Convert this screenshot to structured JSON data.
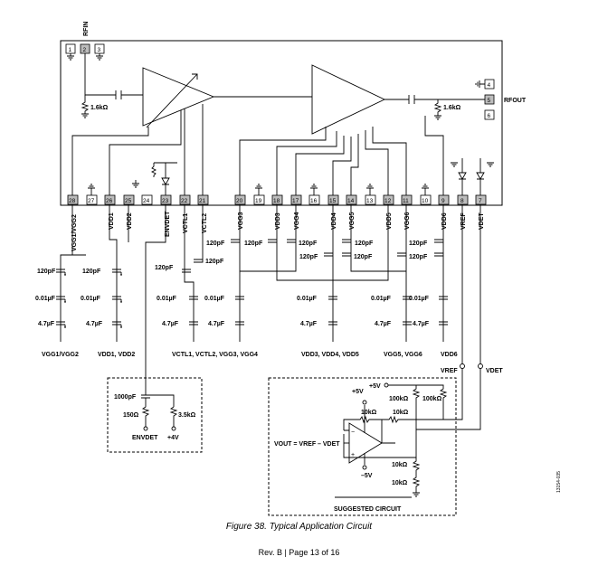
{
  "labels": {
    "rfin": "RFIN",
    "rfout": "RFOUT",
    "r_in": "1.6kΩ",
    "r_out": "1.6kΩ",
    "suggested": "SUGGESTED CIRCUIT",
    "vout_eq": "VOUT = VREF – VDET",
    "vref": "VREF",
    "vdet": "VDET",
    "envdet": "ENVDET",
    "plus4v": "+4V",
    "c1000": "1000pF",
    "r150": "150Ω",
    "r3k5": "3.5kΩ",
    "plus5v_a": "+5V",
    "plus5v_b": "+5V",
    "minus5v": "–5V",
    "r100k_a": "100kΩ",
    "r100k_b": "100kΩ",
    "r10k_a": "10kΩ",
    "r10k_b": "10kΩ",
    "r10k_c": "10kΩ",
    "r10k_d": "10kΩ"
  },
  "pins_top": [
    "1",
    "2",
    "3"
  ],
  "pins_right": [
    "4",
    "5",
    "6"
  ],
  "pins_bottom": [
    "28",
    "27",
    "26",
    "25",
    "24",
    "23",
    "22",
    "21",
    "20",
    "19",
    "18",
    "17",
    "16",
    "15",
    "14",
    "13",
    "12",
    "11",
    "10",
    "9",
    "8",
    "7"
  ],
  "pin_names": [
    "VGG1/VGG2",
    "VDD1",
    "VDD2",
    "ENVDET",
    "VCTL1",
    "VCTL2",
    "VGG3",
    "VDD3",
    "VGG4",
    "VDD4",
    "VGG5",
    "VDD5",
    "VGG6",
    "VDD6",
    "VREF",
    "VDET"
  ],
  "cap_labels": {
    "c120": "120pF",
    "c001": "0.01µF",
    "c47": "4.7µF"
  },
  "supply_labels": [
    "VGG1/VGG2",
    "VDD1, VDD2",
    "VCTL1, VCTL2, VGG3, VGG4",
    "VDD3, VDD4, VDD5",
    "VGG5, VGG6",
    "VDD6"
  ],
  "caption": "Figure 38. Typical Application Circuit",
  "footer": "Rev. B | Page 13 of 16",
  "doc_id": "13154-035"
}
